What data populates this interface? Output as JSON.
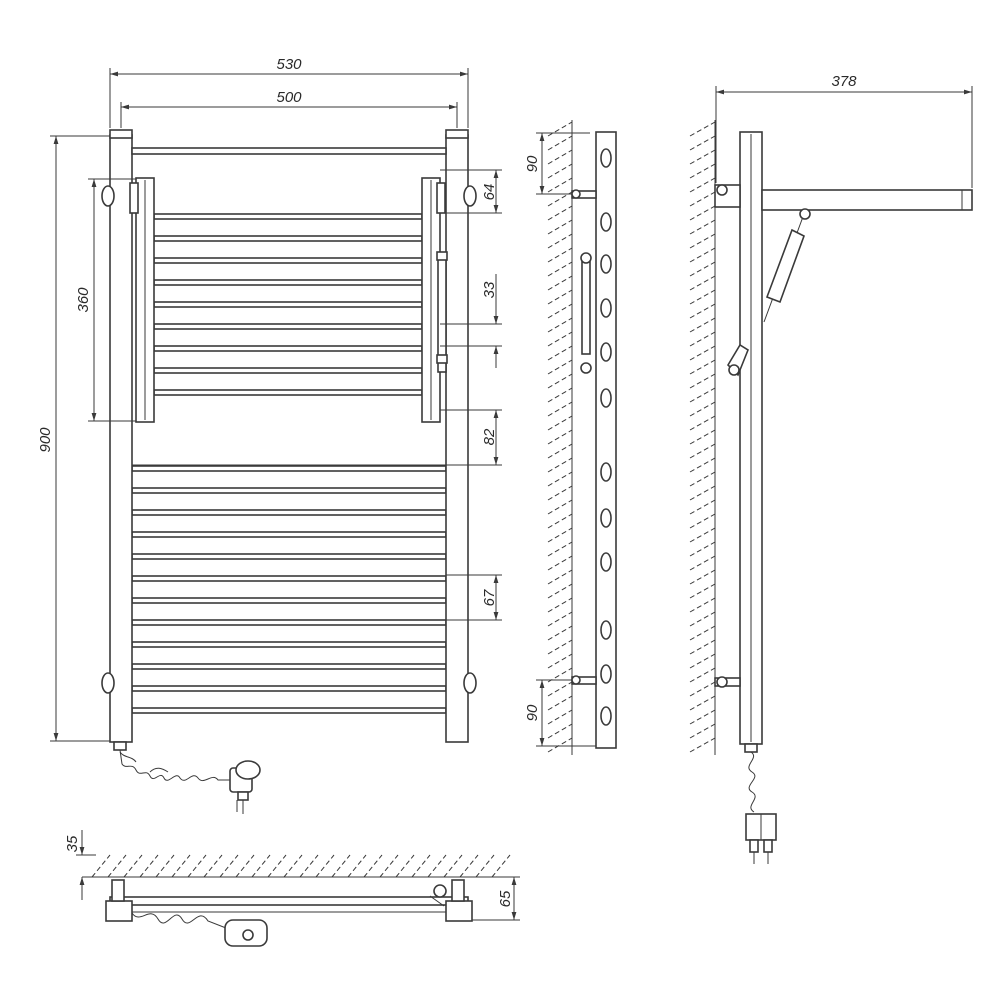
{
  "dimensions": {
    "front_total_width": "530",
    "front_center_width": "500",
    "top_bar_gap": "64",
    "bar_pitch_upper": "33",
    "section_gap": "82",
    "bar_pitch_lower": "67",
    "shelf_height": "360",
    "total_height": "900",
    "side_top_offset": "90",
    "side_bottom_offset": "90",
    "shelf_depth": "378",
    "wall_gap": "35",
    "bottom_depth": "65"
  }
}
